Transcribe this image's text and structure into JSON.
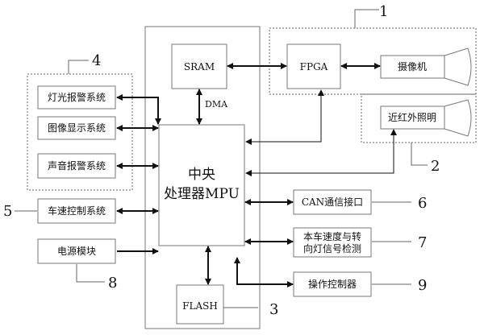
{
  "diagram": {
    "boxes": {
      "sram": "SRAM",
      "fpga": "FPGA",
      "camera": "摄像机",
      "nir": "近红外照明",
      "light_alarm": "灯光报警系统",
      "image_display": "图像显示系统",
      "sound_alarm": "声音报警系统",
      "speed_control": "车速控制系统",
      "power": "电源模块",
      "mpu_line1": "中央",
      "mpu_line2": "处理器MPU",
      "can": "CAN通信接口",
      "speed_detect_line1": "本车速度与转",
      "speed_detect_line2": "向灯信号检测",
      "operation": "操作控制器",
      "flash": "FLASH"
    },
    "dma_label": "DMA",
    "numbers": {
      "n1": "1",
      "n2": "2",
      "n3": "3",
      "n4": "4",
      "n5": "5",
      "n6": "6",
      "n7": "7",
      "n8": "8",
      "n9": "9"
    },
    "colors": {
      "line": "#111111",
      "dashed": "#555555",
      "box_fill": "#ffffff"
    }
  }
}
